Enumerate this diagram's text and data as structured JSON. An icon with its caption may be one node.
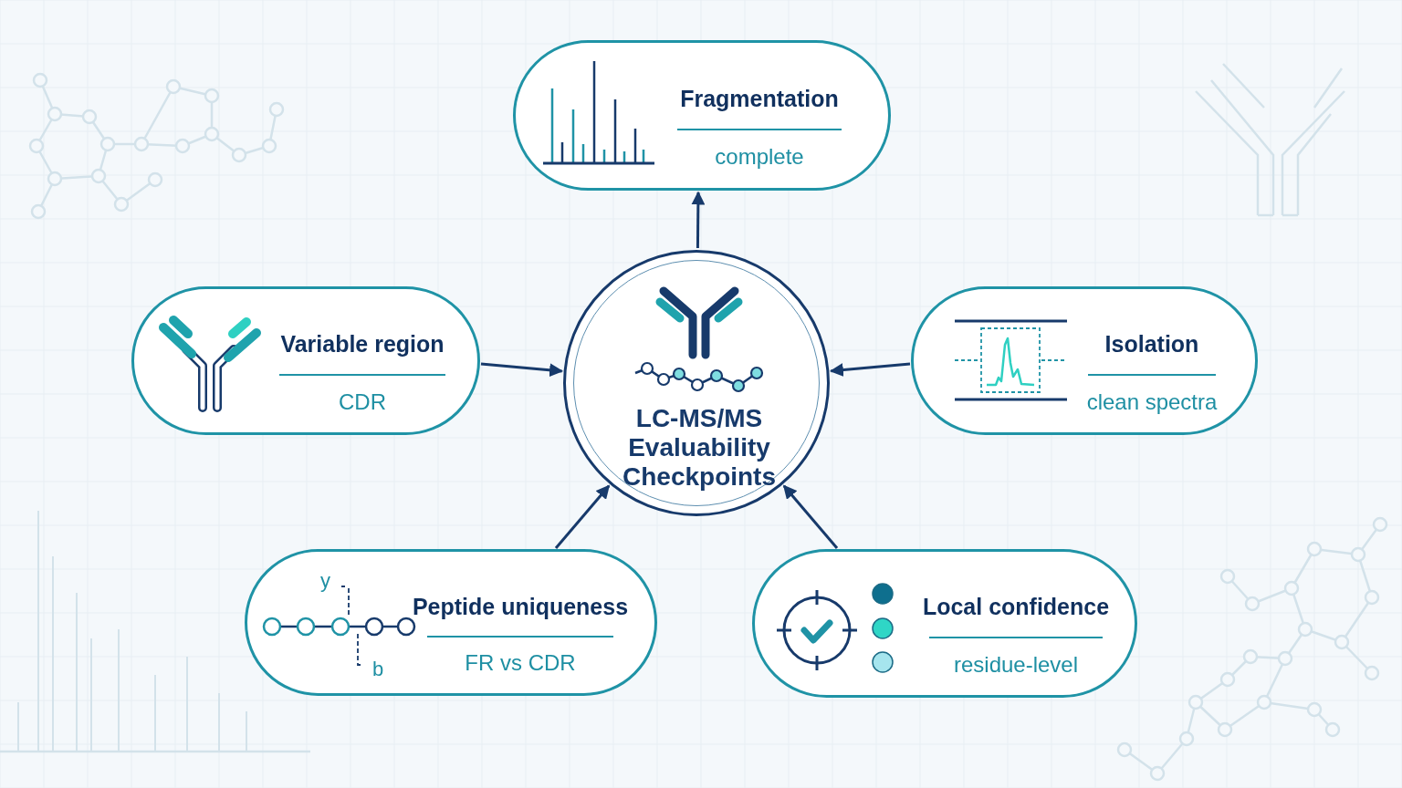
{
  "diagram": {
    "nodes": [
      {
        "text": [
          "LC-MS/MS Evaluability Checkpoints"
        ]
      },
      {
        "text": [
          "Fragmentation",
          "complete"
        ]
      },
      {
        "text": [
          "Variable region",
          "CDR"
        ]
      },
      {
        "text": [
          "Isolation",
          "clean spectra"
        ]
      },
      {
        "text": [
          "Peptide uniqueness",
          "FR vs CDR"
        ]
      },
      {
        "text": [
          "Local confidence",
          "residue-level"
        ]
      }
    ],
    "edges": [
      {
        "from": 0,
        "to": 1,
        "arrow": "to"
      },
      {
        "from": 2,
        "to": 0,
        "arrow": "to"
      },
      {
        "from": 3,
        "to": 0,
        "arrow": "to"
      },
      {
        "from": 4,
        "to": 0,
        "arrow": "to"
      },
      {
        "from": 5,
        "to": 0,
        "arrow": "to"
      }
    ],
    "labels": [
      "y",
      "b"
    ]
  }
}
